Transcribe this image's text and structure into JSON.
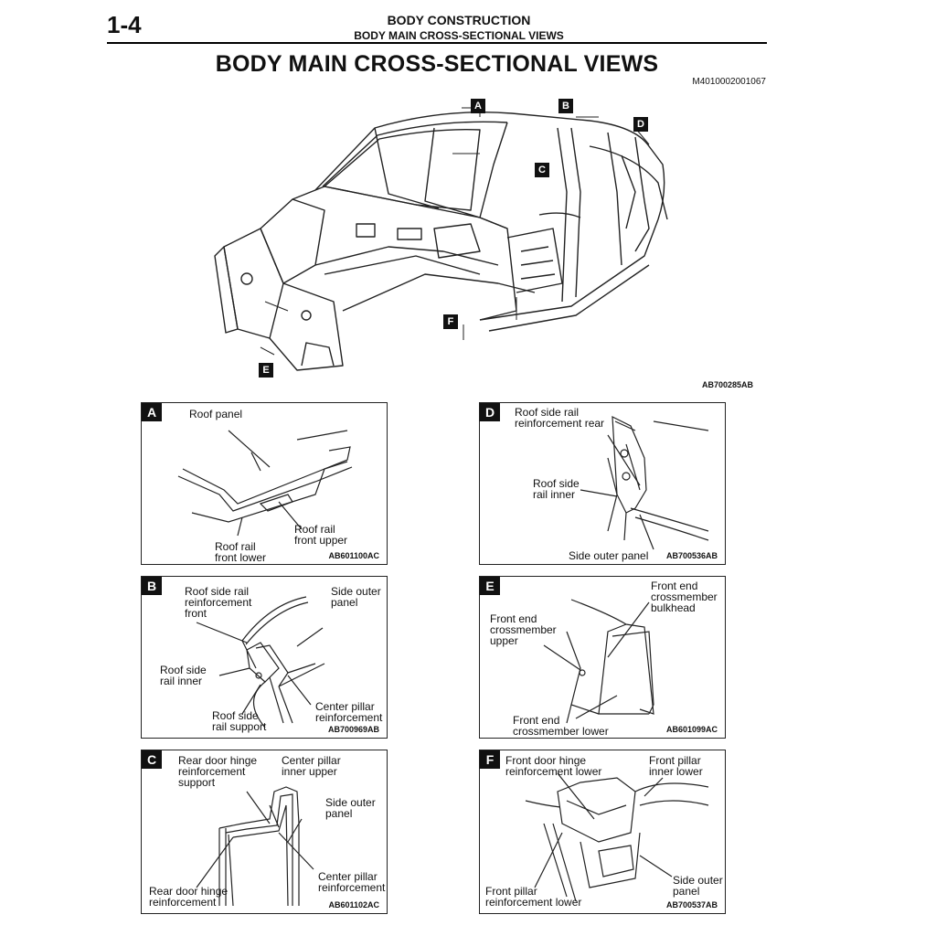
{
  "header": {
    "page_number": "1-4",
    "section": "BODY CONSTRUCTION",
    "subsection": "BODY MAIN CROSS-SECTIONAL VIEWS"
  },
  "title": "BODY MAIN CROSS-SECTIONAL VIEWS",
  "document_id": "M4010002001067",
  "main_figure": {
    "ref": "AB700285AB",
    "view_tags": [
      "A",
      "B",
      "C",
      "D",
      "E",
      "F"
    ]
  },
  "panels": {
    "A": {
      "letter": "A",
      "ref": "AB601100AC",
      "labels": [
        "Roof panel",
        "Roof rail\nfront upper",
        "Roof rail\nfront lower"
      ]
    },
    "B": {
      "letter": "B",
      "ref": "AB700969AB",
      "labels": [
        "Roof side rail\nreinforcement\nfront",
        "Side outer\npanel",
        "Roof side\nrail inner",
        "Roof side\nrail support",
        "Center pillar\nreinforcement"
      ]
    },
    "C": {
      "letter": "C",
      "ref": "AB601102AC",
      "labels": [
        "Rear door hinge\nreinforcement\nsupport",
        "Center pillar\ninner upper",
        "Side outer\npanel",
        "Center pillar\nreinforcement",
        "Rear door hinge\nreinforcement"
      ]
    },
    "D": {
      "letter": "D",
      "ref": "AB700536AB",
      "labels": [
        "Roof side rail\nreinforcement rear",
        "Roof side\nrail inner",
        "Side outer panel"
      ]
    },
    "E": {
      "letter": "E",
      "ref": "AB601099AC",
      "labels": [
        "Front end\ncrossmember\nbulkhead",
        "Front end\ncrossmember\nupper",
        "Front end\ncrossmember lower"
      ]
    },
    "F": {
      "letter": "F",
      "ref": "AB700537AB",
      "labels": [
        "Front door hinge\nreinforcement lower",
        "Front pillar\ninner lower",
        "Side outer\npanel",
        "Front pillar\nreinforcement lower"
      ]
    }
  }
}
